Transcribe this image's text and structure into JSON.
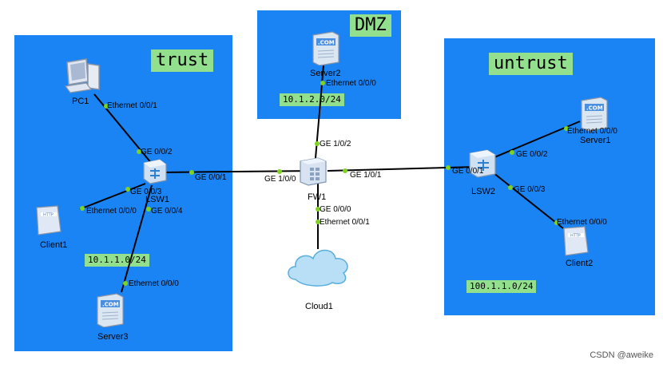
{
  "zones": {
    "trust": {
      "label": "trust",
      "subnet": "10.1.1.0/24"
    },
    "dmz": {
      "label": "DMZ",
      "subnet": "10.1.2.0/24"
    },
    "untrust": {
      "label": "untrust",
      "subnet": "100.1.1.0/24"
    }
  },
  "devices": {
    "pc1": "PC1",
    "lsw1": "LSW1",
    "client1": "Client1",
    "server3": "Server3",
    "server2": "Server2",
    "fw1": "FW1",
    "cloud1": "Cloud1",
    "lsw2": "LSW2",
    "server1": "Server1",
    "client2": "Client2"
  },
  "ports": {
    "pc1_eth": "Ethernet 0/0/1",
    "lsw1_ge002": "GE 0/0/2",
    "lsw1_ge003": "GE 0/0/3",
    "lsw1_ge004": "GE 0/0/4",
    "lsw1_ge001": "GE 0/0/1",
    "client1_eth": "Ethernet 0/0/0",
    "server3_eth": "Ethernet 0/0/0",
    "server2_eth": "Ethernet 0/0/0",
    "fw_ge100": "GE 1/0/0",
    "fw_ge102": "GE 1/0/2",
    "fw_ge101": "GE 1/0/1",
    "fw_ge000": "GE 0/0/0",
    "cloud_eth": "Ethernet 0/0/1",
    "lsw2_ge001": "GE 0/0/1",
    "lsw2_ge002": "GE 0/0/2",
    "lsw2_ge003": "GE 0/0/3",
    "server1_eth": "Ethernet 0/0/0",
    "client2_eth": "Ethernet 0/0/0"
  },
  "icons": {
    "pc": "pc-icon",
    "switch": "switch-icon",
    "server": "server-icon",
    "client": "client-icon",
    "firewall": "firewall-icon",
    "cloud": "cloud-icon"
  },
  "server_badge": ".COM",
  "client_badge": "HTTP",
  "colors": {
    "zone": "#1a84f5",
    "label_bg": "#92e08e",
    "port_dot": "#7ed321"
  },
  "watermark": "CSDN @aweike"
}
